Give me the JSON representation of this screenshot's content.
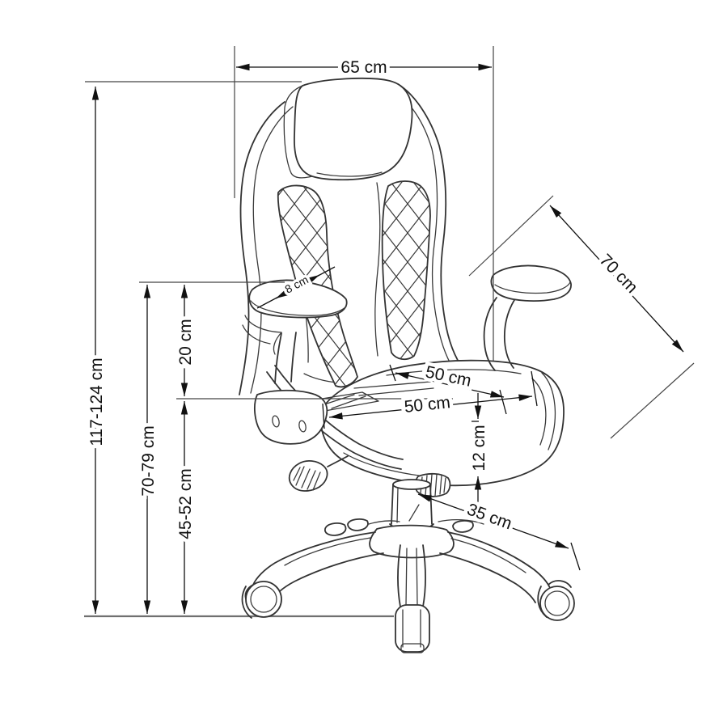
{
  "drawing": {
    "subject": "office-gaming-chair-dimension-diagram",
    "unit": "cm",
    "background_color": "#ffffff",
    "line_color": "#333333",
    "dimension_color": "#111111",
    "dimensions": {
      "backrest_width": {
        "label": "65 cm",
        "meaning": "overall width across top"
      },
      "total_height": {
        "label": "117-124 cm",
        "meaning": "floor to top of backrest (adjustable)"
      },
      "armrest_height": {
        "label": "70-79 cm",
        "meaning": "floor to armrest top (adjustable)"
      },
      "seat_height": {
        "label": "45-52 cm",
        "meaning": "floor to seat top (adjustable)"
      },
      "armrest_above_seat": {
        "label": "20 cm",
        "meaning": "armrest top to seat top"
      },
      "armrest_pad": {
        "label": "8 cm",
        "meaning": "armrest pad thickness"
      },
      "seat_width": {
        "label": "50 cm",
        "meaning": "seat width"
      },
      "seat_depth": {
        "label": "50 cm",
        "meaning": "seat depth"
      },
      "seat_thickness": {
        "label": "12 cm",
        "meaning": "seat cushion thickness"
      },
      "base_leg": {
        "label": "35 cm",
        "meaning": "base leg reach"
      },
      "backrest_height": {
        "label": "70 cm",
        "meaning": "backrest height along tilt"
      }
    }
  }
}
